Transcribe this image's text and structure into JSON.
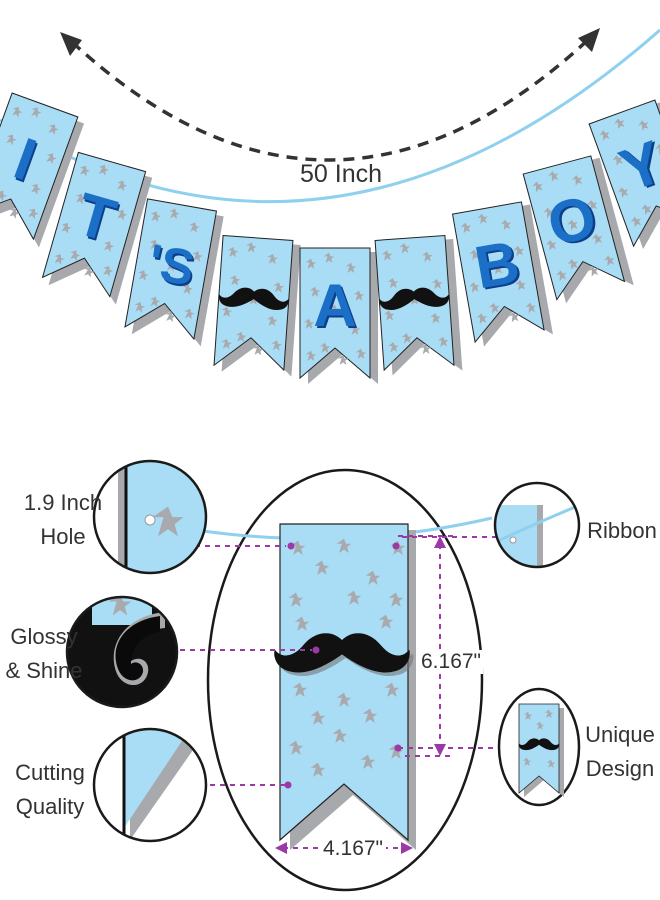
{
  "banner": {
    "letters": [
      "I",
      "T",
      "'S",
      "A",
      "B",
      "O",
      "Y"
    ],
    "length_label": "50 Inch",
    "colors": {
      "flag": "#a9dcf5",
      "flag_shadow": "#a7a9ad",
      "flag_outline": "#222222",
      "letter": "#1b6fc7",
      "letter_dark": "#0d3e8a",
      "star": "#a9aaad",
      "ribbon": "#8fd0ee",
      "mustache": "#111111",
      "arrow": "#333333"
    }
  },
  "features": {
    "hole_label": "1.9 Inch Hole",
    "hole_line1": "1.9 Inch",
    "hole_line2": "Hole",
    "glossy_line1": "Glossy",
    "glossy_line2": "& Shine",
    "cutting_line1": "Cutting",
    "cutting_line2": "Quality",
    "ribbon_label": "Ribbon",
    "unique_line1": "Unique",
    "unique_line2": "Design"
  },
  "dimensions": {
    "height_label": "6.167\"",
    "width_label": "4.167\"",
    "dimension_color": "#9b3aa6"
  }
}
